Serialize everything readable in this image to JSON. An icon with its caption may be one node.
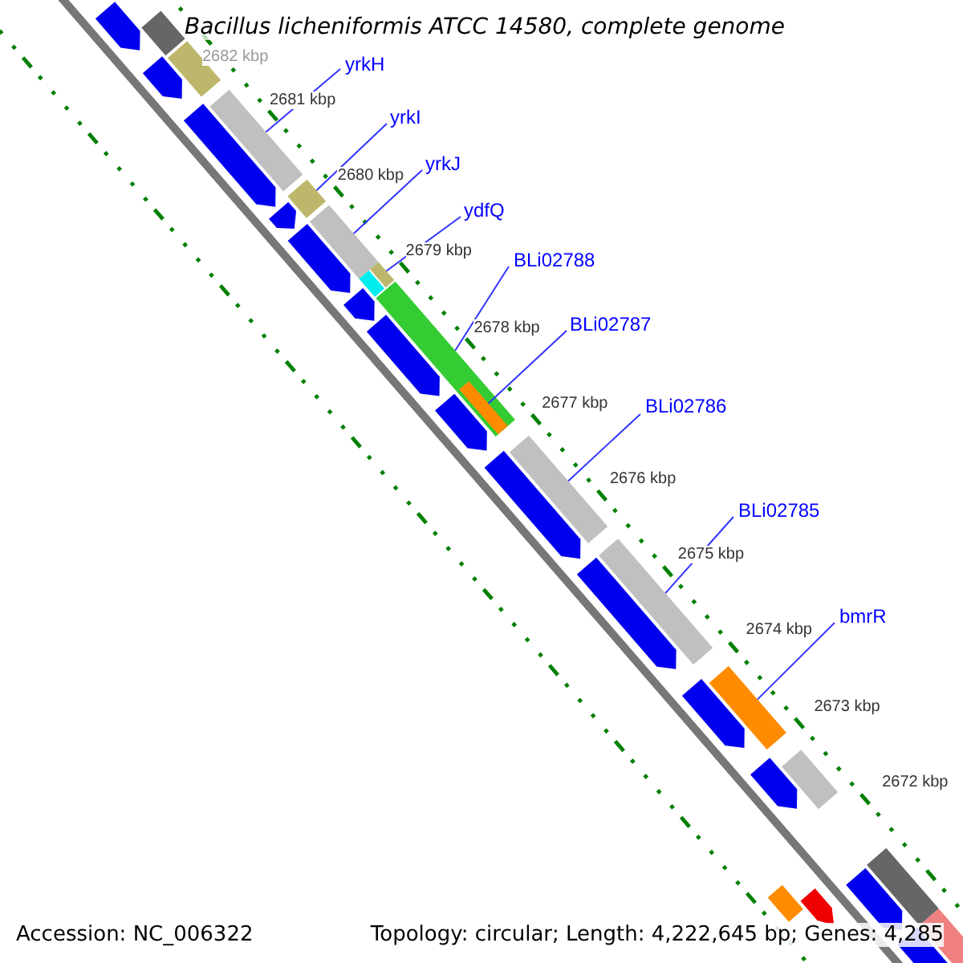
{
  "diagram": {
    "title": "Bacillus licheniformis ATCC 14580, complete genome",
    "nodes": [
      {
        "text": [
          "yrkH"
        ]
      },
      {
        "text": [
          "yrkI"
        ]
      },
      {
        "text": [
          "yrkJ"
        ]
      },
      {
        "text": [
          "ydfQ"
        ]
      },
      {
        "text": [
          "BLi02788"
        ]
      },
      {
        "text": [
          "BLi02787"
        ]
      },
      {
        "text": [
          "BLi02786"
        ]
      },
      {
        "text": [
          "BLi02785"
        ]
      },
      {
        "text": [
          "bmrR"
        ]
      },
      {
        "text": [],
        "shape": "arrow"
      },
      {
        "text": [],
        "shape": "bar"
      },
      {
        "text": [],
        "shape": "arrow"
      },
      {
        "text": [],
        "shape": "bar"
      },
      {
        "text": [],
        "shape": "arrow"
      },
      {
        "text": [],
        "shape": "bar"
      },
      {
        "text": [],
        "shape": "bar"
      },
      {
        "text": [],
        "shape": "arrow"
      },
      {
        "text": [],
        "shape": "bar"
      },
      {
        "text": [],
        "shape": "arrow"
      },
      {
        "text": [],
        "shape": "bar"
      },
      {
        "text": [],
        "shape": "bar"
      },
      {
        "text": [],
        "shape": "arrow"
      },
      {
        "text": [],
        "shape": "bar"
      },
      {
        "text": [],
        "shape": "arrow"
      },
      {
        "text": [],
        "shape": "bar",
        "in": 22
      },
      {
        "text": [],
        "shape": "arrow"
      },
      {
        "text": [],
        "shape": "arrow"
      },
      {
        "text": [],
        "shape": "bar"
      },
      {
        "text": [],
        "shape": "arrow"
      },
      {
        "text": [],
        "shape": "bar"
      },
      {
        "text": [],
        "shape": "arrow"
      },
      {
        "text": [],
        "shape": "bar"
      },
      {
        "text": [],
        "shape": "arrow"
      },
      {
        "text": [],
        "shape": "bar"
      },
      {
        "text": [],
        "shape": "bar"
      },
      {
        "text": [],
        "shape": "arrow"
      },
      {
        "text": [],
        "shape": "bar"
      },
      {
        "text": [],
        "shape": "arrow"
      },
      {
        "text": [],
        "shape": "bar"
      },
      {
        "text": [],
        "shape": "arrow"
      }
    ],
    "edges": [
      {
        "from": 0,
        "to": 14,
        "arrow": "none"
      },
      {
        "from": 1,
        "to": 15,
        "arrow": "none"
      },
      {
        "from": 2,
        "to": 17,
        "arrow": "none"
      },
      {
        "from": 3,
        "to": 19,
        "arrow": "none"
      },
      {
        "from": 4,
        "to": 22,
        "arrow": "none"
      },
      {
        "from": 5,
        "to": 24,
        "arrow": "none"
      },
      {
        "from": 6,
        "to": 27,
        "arrow": "none"
      },
      {
        "from": 7,
        "to": 29,
        "arrow": "none"
      },
      {
        "from": 8,
        "to": 31,
        "arrow": "none"
      }
    ],
    "labels": [
      "2682 kbp",
      "2681 kbp",
      "2680 kbp",
      "2679 kbp",
      "2678 kbp",
      "2677 kbp",
      "2676 kbp",
      "2675 kbp",
      "2674 kbp",
      "2673 kbp",
      "2672 kbp",
      "Accession: NC_006322",
      "Topology: circular; Length: 4,222,645 bp; Genes: 4,285"
    ]
  }
}
